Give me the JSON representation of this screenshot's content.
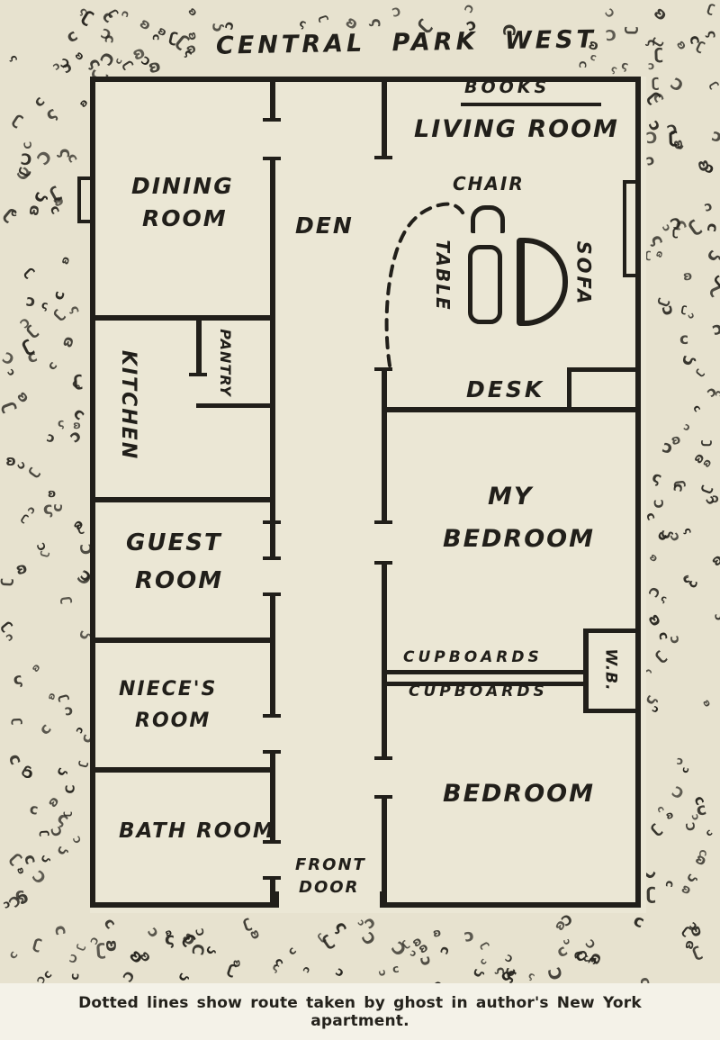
{
  "title": "CENTRAL PARK WEST",
  "caption": "Dotted lines show route taken by ghost in author's New York apartment.",
  "rooms": {
    "dining_1": "DINING",
    "dining_2": "ROOM",
    "den": "DEN",
    "living": "LIVING ROOM",
    "kitchen": "KITCHEN",
    "pantry": "PANTRY",
    "guest_1": "GUEST",
    "guest_2": "ROOM",
    "my_bedroom_1": "MY",
    "my_bedroom_2": "BEDROOM",
    "nieces_1": "NIECE'S",
    "nieces_2": "ROOM",
    "bath": "BATH ROOM",
    "bedroom": "BEDROOM",
    "front_door_1": "FRONT",
    "front_door_2": "DOOR"
  },
  "features": {
    "books": "BOOKS",
    "chair": "CHAIR",
    "table": "TABLE",
    "sofa": "SOFA",
    "desk": "DESK",
    "cupboards_1": "CUPBOARDS",
    "cupboards_2": "CUPBOARDS",
    "wb": "W.B."
  },
  "colors": {
    "paper": "#e7e2cf",
    "ink": "#211f1a"
  }
}
